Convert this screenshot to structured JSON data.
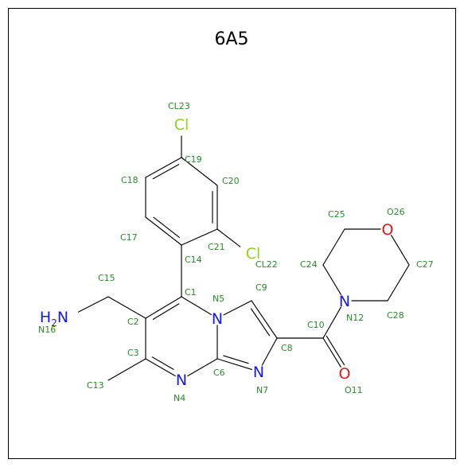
{
  "title": "6A5",
  "colors": {
    "carbon_label": "#2a8a2a",
    "nitrogen": "#1818e0",
    "oxygen": "#e01818",
    "chlorine": "#8ed21e",
    "bond": "#000000",
    "frame": "#000000"
  },
  "atoms": [
    {
      "id": "CL23",
      "label": "CL23",
      "element": "Cl"
    },
    {
      "id": "C19",
      "label": "C19",
      "element": "C"
    },
    {
      "id": "C18",
      "label": "C18",
      "element": "C"
    },
    {
      "id": "C20",
      "label": "C20",
      "element": "C"
    },
    {
      "id": "C17",
      "label": "C17",
      "element": "C"
    },
    {
      "id": "C21",
      "label": "C21",
      "element": "C"
    },
    {
      "id": "C14",
      "label": "C14",
      "element": "C"
    },
    {
      "id": "CL22",
      "label": "CL22",
      "element": "Cl"
    },
    {
      "id": "C15",
      "label": "C15",
      "element": "C"
    },
    {
      "id": "C1",
      "label": "C1",
      "element": "C"
    },
    {
      "id": "N5",
      "label": "N5",
      "element": "N"
    },
    {
      "id": "C9",
      "label": "C9",
      "element": "C"
    },
    {
      "id": "N16",
      "label": "N16",
      "element": "N"
    },
    {
      "id": "C2",
      "label": "C2",
      "element": "C"
    },
    {
      "id": "C3",
      "label": "C3",
      "element": "C"
    },
    {
      "id": "C13",
      "label": "C13",
      "element": "C"
    },
    {
      "id": "N4",
      "label": "N4",
      "element": "N"
    },
    {
      "id": "C6",
      "label": "C6",
      "element": "C"
    },
    {
      "id": "N7",
      "label": "N7",
      "element": "N"
    },
    {
      "id": "C8",
      "label": "C8",
      "element": "C"
    },
    {
      "id": "C10",
      "label": "C10",
      "element": "C"
    },
    {
      "id": "O11",
      "label": "O11",
      "element": "O"
    },
    {
      "id": "N12",
      "label": "N12",
      "element": "N"
    },
    {
      "id": "C24",
      "label": "C24",
      "element": "C"
    },
    {
      "id": "C25",
      "label": "C25",
      "element": "C"
    },
    {
      "id": "O26",
      "label": "O26",
      "element": "O"
    },
    {
      "id": "C27",
      "label": "C27",
      "element": "C"
    },
    {
      "id": "C28",
      "label": "C28",
      "element": "C"
    }
  ],
  "bonds": [
    {
      "a": "C19",
      "b": "CL23",
      "order": 1
    },
    {
      "a": "C19",
      "b": "C18",
      "order": 2
    },
    {
      "a": "C19",
      "b": "C20",
      "order": 1
    },
    {
      "a": "C18",
      "b": "C17",
      "order": 1
    },
    {
      "a": "C20",
      "b": "C21",
      "order": 2
    },
    {
      "a": "C17",
      "b": "C14",
      "order": 2
    },
    {
      "a": "C21",
      "b": "C14",
      "order": 1
    },
    {
      "a": "C21",
      "b": "CL22",
      "order": 1
    },
    {
      "a": "C14",
      "b": "C1",
      "order": 1
    },
    {
      "a": "C1",
      "b": "C2",
      "order": 2
    },
    {
      "a": "C1",
      "b": "N5",
      "order": 1
    },
    {
      "a": "C2",
      "b": "C15",
      "order": 1
    },
    {
      "a": "C15",
      "b": "N16",
      "order": 1
    },
    {
      "a": "C2",
      "b": "C3",
      "order": 1
    },
    {
      "a": "C3",
      "b": "C13",
      "order": 1
    },
    {
      "a": "C3",
      "b": "N4",
      "order": 2
    },
    {
      "a": "N4",
      "b": "C6",
      "order": 1
    },
    {
      "a": "C6",
      "b": "N5",
      "order": 1
    },
    {
      "a": "C6",
      "b": "N7",
      "order": 2
    },
    {
      "a": "N5",
      "b": "C9",
      "order": 1
    },
    {
      "a": "C9",
      "b": "C8",
      "order": 2
    },
    {
      "a": "C8",
      "b": "N7",
      "order": 1
    },
    {
      "a": "C8",
      "b": "C10",
      "order": 1
    },
    {
      "a": "C10",
      "b": "O11",
      "order": 2
    },
    {
      "a": "C10",
      "b": "N12",
      "order": 1
    },
    {
      "a": "N12",
      "b": "C24",
      "order": 1
    },
    {
      "a": "C24",
      "b": "C25",
      "order": 1
    },
    {
      "a": "C25",
      "b": "O26",
      "order": 1
    },
    {
      "a": "O26",
      "b": "C27",
      "order": 1
    },
    {
      "a": "C27",
      "b": "C28",
      "order": 1
    },
    {
      "a": "C28",
      "b": "N12",
      "order": 1
    }
  ]
}
